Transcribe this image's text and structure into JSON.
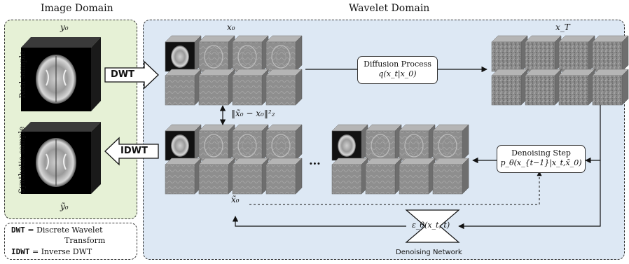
{
  "titles": {
    "image_domain": "Image Domain",
    "wavelet_domain": "Wavelet Domain"
  },
  "image_panel": {
    "y0": "y₀",
    "y0_tilde": "ỹ₀",
    "real_sample": "Real sample",
    "synthetic_sample": "Synthetic sample"
  },
  "arrows": {
    "dwt": "DWT",
    "idwt": "IDWT"
  },
  "wavelet": {
    "x0": "x₀",
    "xT": "x_T",
    "x0_tilde": "x̃₀",
    "loss": "‖x̃₀ − x₀‖²₂",
    "ellipsis": "...",
    "diffusion_title": "Diffusion Process",
    "diffusion_formula": "q(x_t|x_0)",
    "denoise_title": "Denoising Step",
    "denoise_formula": "p_θ(x_{t−1}|x_t,x̃_0)",
    "network_formula": "ε_θ(x_t, t)",
    "network_label": "Denoising Network"
  },
  "legend": {
    "dwt_key": "DWT",
    "dwt_text": "= Discrete Wavelet",
    "dwt_text2": "Transform",
    "idwt_key": "IDWT",
    "idwt_text": "= Inverse DWT"
  }
}
